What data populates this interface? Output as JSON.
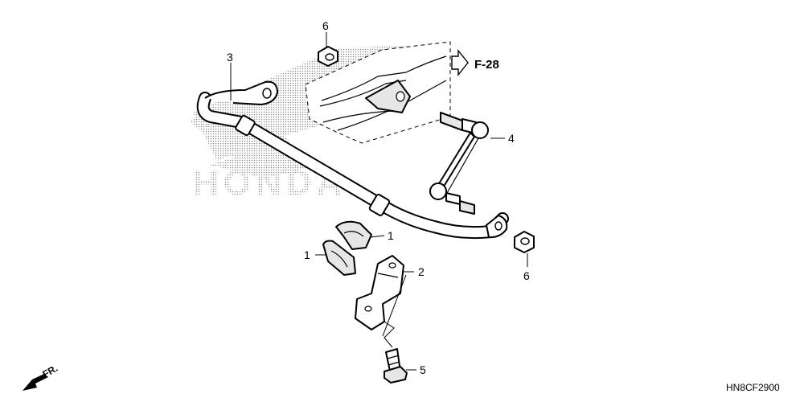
{
  "watermark": "HONDA",
  "reference": {
    "label": "F-28"
  },
  "front_indicator": {
    "label": "FR."
  },
  "diagram_code": "HN8CF2900",
  "callouts": [
    "6",
    "3",
    "4",
    "1",
    "1",
    "2",
    "6",
    "5"
  ]
}
